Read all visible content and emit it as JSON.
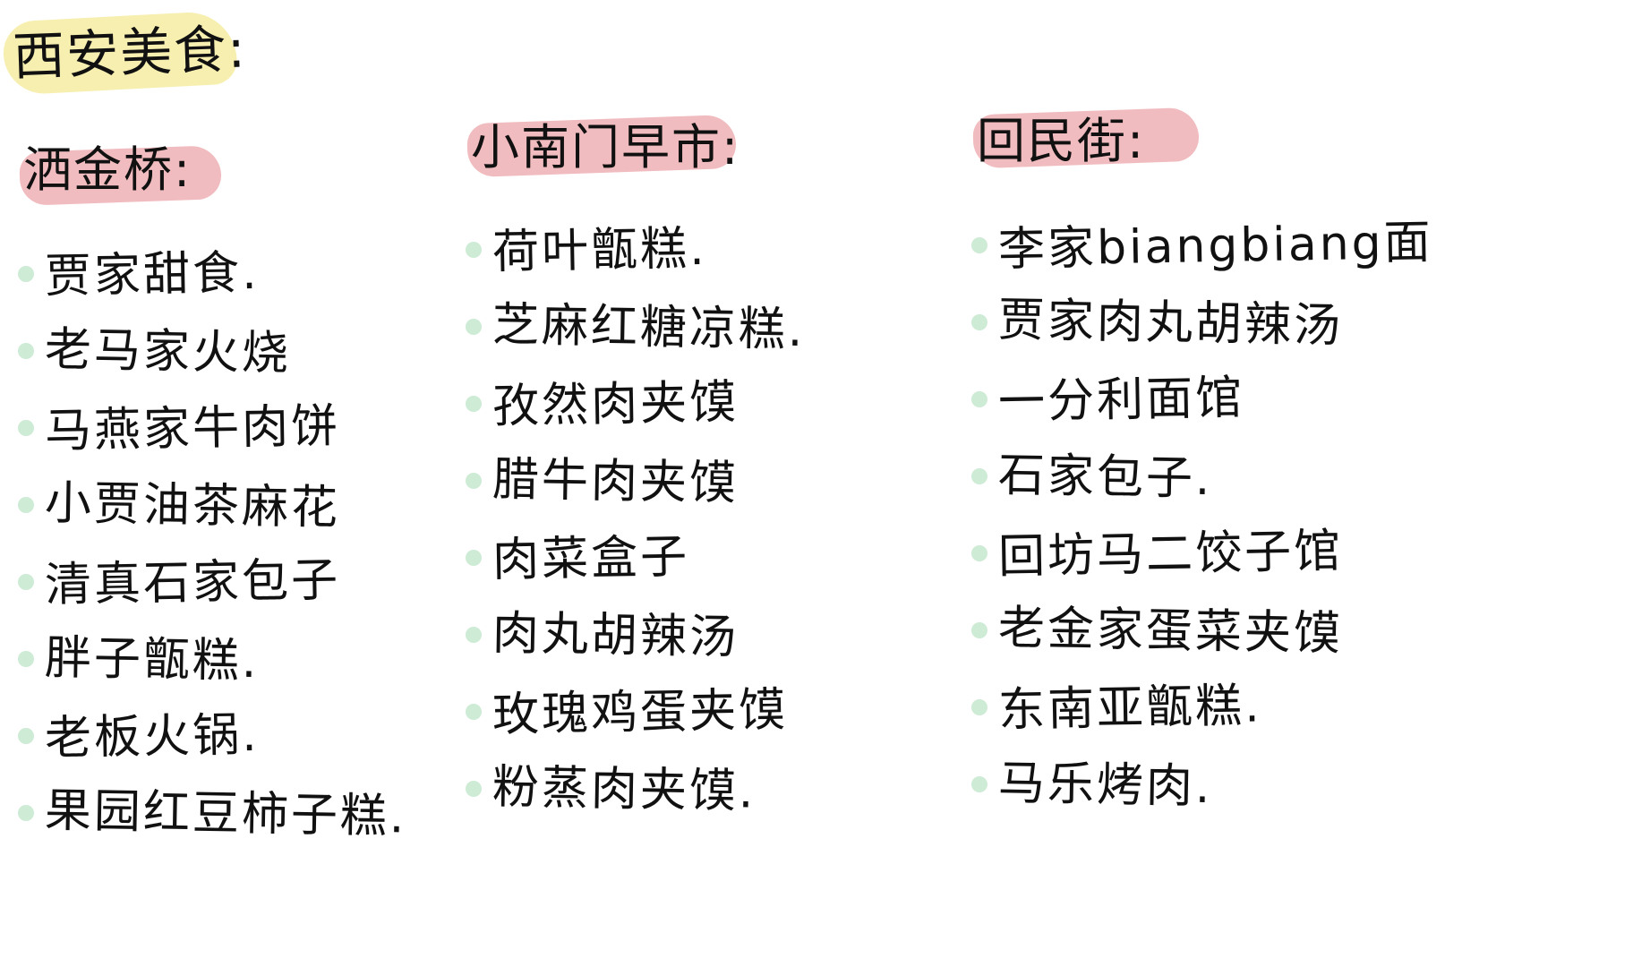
{
  "title": "西安美食:",
  "colors": {
    "title_highlight": "#f7efb0",
    "heading_highlight": "#f1bcbf",
    "bullet": "#cdebd5",
    "ink": "#111111",
    "background": "#ffffff"
  },
  "sections": [
    {
      "heading": "洒金桥:",
      "items": [
        "贾家甜食.",
        "老马家火烧",
        "马燕家牛肉饼",
        "小贾油茶麻花",
        "清真石家包子",
        "胖子甑糕.",
        "老板火锅.",
        "果园红豆柿子糕."
      ]
    },
    {
      "heading": "小南门早市:",
      "items": [
        "荷叶甑糕.",
        "芝麻红糖凉糕.",
        "孜然肉夹馍",
        "腊牛肉夹馍",
        "肉菜盒子",
        "肉丸胡辣汤",
        "玫瑰鸡蛋夹馍",
        "粉蒸肉夹馍."
      ]
    },
    {
      "heading": "回民街:",
      "items": [
        "李家biangbiang面",
        "贾家肉丸胡辣汤",
        "一分利面馆",
        "石家包子.",
        "回坊马二饺子馆",
        "老金家蛋菜夹馍",
        "东南亚甑糕.",
        "马乐烤肉."
      ]
    }
  ]
}
